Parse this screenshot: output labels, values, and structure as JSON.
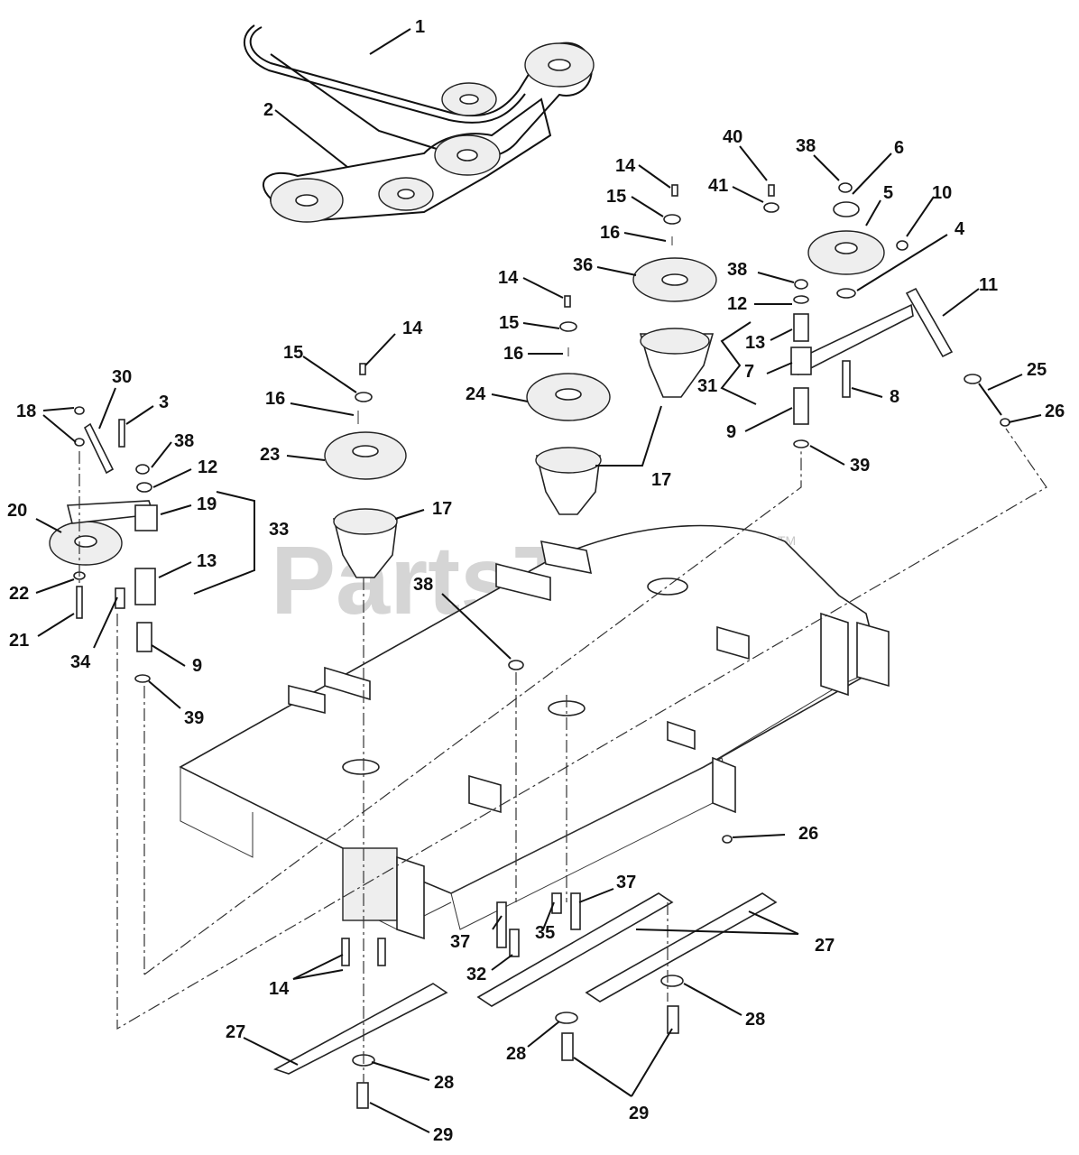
{
  "watermark": {
    "text": "PartsTree",
    "trademark": "TM"
  },
  "callouts": [
    {
      "id": "c1",
      "text": "1"
    },
    {
      "id": "c2",
      "text": "2"
    },
    {
      "id": "c14a",
      "text": "14"
    },
    {
      "id": "c15a",
      "text": "15"
    },
    {
      "id": "c16a",
      "text": "16"
    },
    {
      "id": "c36",
      "text": "36"
    },
    {
      "id": "c14b",
      "text": "14"
    },
    {
      "id": "c15b",
      "text": "15"
    },
    {
      "id": "c16b",
      "text": "16"
    },
    {
      "id": "c24",
      "text": "24"
    },
    {
      "id": "c17a",
      "text": "17"
    },
    {
      "id": "c40",
      "text": "40"
    },
    {
      "id": "c41",
      "text": "41"
    },
    {
      "id": "c38a",
      "text": "38"
    },
    {
      "id": "c6",
      "text": "6"
    },
    {
      "id": "c5",
      "text": "5"
    },
    {
      "id": "c10",
      "text": "10"
    },
    {
      "id": "c4",
      "text": "4"
    },
    {
      "id": "c11",
      "text": "11"
    },
    {
      "id": "c38b",
      "text": "38"
    },
    {
      "id": "c12a",
      "text": "12"
    },
    {
      "id": "c13a",
      "text": "13"
    },
    {
      "id": "c31",
      "text": "31"
    },
    {
      "id": "c7",
      "text": "7"
    },
    {
      "id": "c8",
      "text": "8"
    },
    {
      "id": "c9a",
      "text": "9"
    },
    {
      "id": "c39a",
      "text": "39"
    },
    {
      "id": "c25",
      "text": "25"
    },
    {
      "id": "c26a",
      "text": "26"
    },
    {
      "id": "c14c",
      "text": "14"
    },
    {
      "id": "c15c",
      "text": "15"
    },
    {
      "id": "c16c",
      "text": "16"
    },
    {
      "id": "c23",
      "text": "23"
    },
    {
      "id": "c17b",
      "text": "17"
    },
    {
      "id": "c30",
      "text": "30"
    },
    {
      "id": "c18",
      "text": "18"
    },
    {
      "id": "c3",
      "text": "3"
    },
    {
      "id": "c38c",
      "text": "38"
    },
    {
      "id": "c12b",
      "text": "12"
    },
    {
      "id": "c19",
      "text": "19"
    },
    {
      "id": "c20",
      "text": "20"
    },
    {
      "id": "c33",
      "text": "33"
    },
    {
      "id": "c13b",
      "text": "13"
    },
    {
      "id": "c22",
      "text": "22"
    },
    {
      "id": "c21",
      "text": "21"
    },
    {
      "id": "c34",
      "text": "34"
    },
    {
      "id": "c9b",
      "text": "9"
    },
    {
      "id": "c39b",
      "text": "39"
    },
    {
      "id": "c38d",
      "text": "38"
    },
    {
      "id": "c26b",
      "text": "26"
    },
    {
      "id": "c37a",
      "text": "37"
    },
    {
      "id": "c37b",
      "text": "37"
    },
    {
      "id": "c35",
      "text": "35"
    },
    {
      "id": "c32",
      "text": "32"
    },
    {
      "id": "c27a",
      "text": "27"
    },
    {
      "id": "c14d",
      "text": "14"
    },
    {
      "id": "c28a",
      "text": "28"
    },
    {
      "id": "c28b",
      "text": "28"
    },
    {
      "id": "c27b",
      "text": "27"
    },
    {
      "id": "c28c",
      "text": "28"
    },
    {
      "id": "c29a",
      "text": "29"
    },
    {
      "id": "c29b",
      "text": "29"
    }
  ]
}
